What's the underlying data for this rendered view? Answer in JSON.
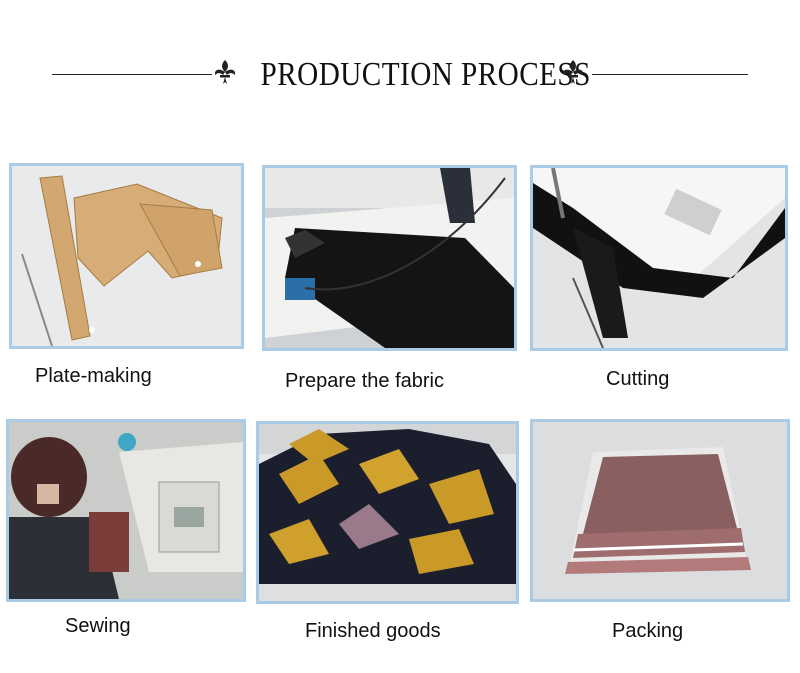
{
  "header": {
    "title": "PRODUCTION  PROCESS"
  },
  "steps": [
    {
      "label": "Plate-making"
    },
    {
      "label": "Prepare the fabric"
    },
    {
      "label": "Cutting"
    },
    {
      "label": "Sewing"
    },
    {
      "label": "Finished goods"
    },
    {
      "label": "Packing"
    }
  ],
  "colors": {
    "frame": "#a9cbe6",
    "text": "#111111"
  }
}
